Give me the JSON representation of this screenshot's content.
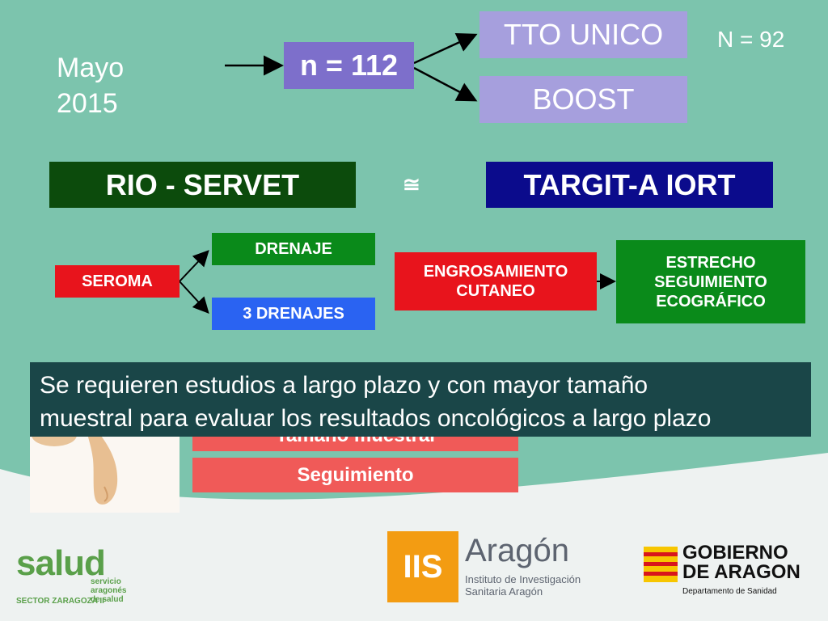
{
  "header": {
    "date_line1": "Mayo",
    "date_line2": "2015",
    "n_total": "n = 112",
    "option_single": "TTO UNICO",
    "option_boost": "BOOST",
    "n_single": "N = 92"
  },
  "comparison": {
    "left": "RIO - SERVET",
    "symbol": "≅",
    "right": "TARGIT-A IORT"
  },
  "left_branch": {
    "root": "SEROMA",
    "child_top": "DRENAJE",
    "child_bottom": "3 DRENAJES"
  },
  "right_branch": {
    "source_line1": "ENGROSAMIENTO",
    "source_line2": "CUTANEO",
    "target_line1": "ESTRECHO",
    "target_line2": "SEGUIMIENTO",
    "target_line3": "ECOGRÁFICO"
  },
  "conclusion": {
    "line1": "Se requieren estudios a largo plazo y con mayor tamaño",
    "line2": "muestral para evaluar los resultados oncológicos a largo plazo"
  },
  "limitations": {
    "item1": "Tamaño muestral",
    "item2": "Seguimiento"
  },
  "logos": {
    "salud_word": "salud",
    "salud_sub1": "servicio aragonés",
    "salud_sub2": "de salud",
    "salud_sector": "SECTOR ZARAGOZA II",
    "iis_mark": "IIS",
    "iis_name": "Aragón",
    "iis_sub1": "Instituto de Investigación",
    "iis_sub2": "Sanitaria Aragón",
    "gob_line1": "GOBIERNO",
    "gob_line2": "DE ARAGON",
    "gob_dept": "Departamento de Sanidad"
  },
  "colors": {
    "background": "#7cc4ad",
    "bottom_band": "#eef2f1",
    "dark_green": "#0c4b0c",
    "navy": "#0b0b8c",
    "purple": "#7d6fcb",
    "lavender": "#a69fdd",
    "red": "#e8141c",
    "green": "#0a8a1a",
    "blue": "#2a63f2",
    "banner": "#1a4648",
    "salmon": "#f05a58",
    "iis_orange": "#f39c12"
  }
}
